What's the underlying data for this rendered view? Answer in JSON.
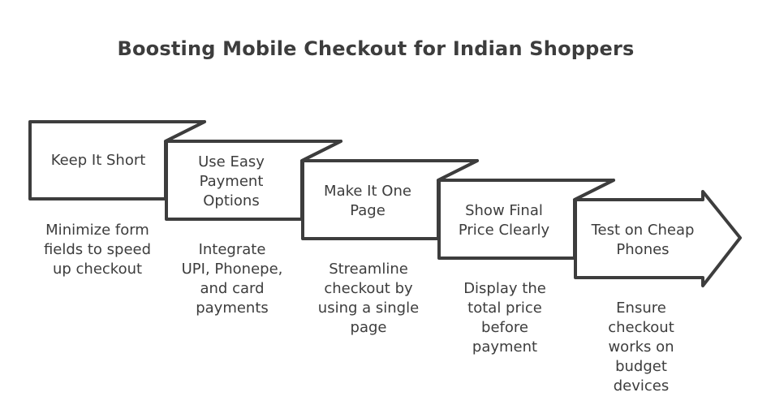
{
  "title": "Boosting Mobile Checkout for Indian Shoppers",
  "colors": {
    "stroke": "#3d3d3d",
    "fill": "#ffffff",
    "text": "#3d3d3d"
  },
  "steps": [
    {
      "label": "Keep It Short",
      "description": "Minimize form\nfields to speed\nup checkout"
    },
    {
      "label": "Use Easy\nPayment\nOptions",
      "description": "Integrate\nUPI, Phonepe,\nand card\npayments"
    },
    {
      "label": "Make It One\nPage",
      "description": "Streamline\ncheckout by\nusing a single\npage"
    },
    {
      "label": "Show Final\nPrice Clearly",
      "description": "Display the\ntotal price\nbefore\npayment"
    },
    {
      "label": "Test on Cheap\nPhones",
      "description": "Ensure\ncheckout\nworks on\nbudget\ndevices"
    }
  ]
}
